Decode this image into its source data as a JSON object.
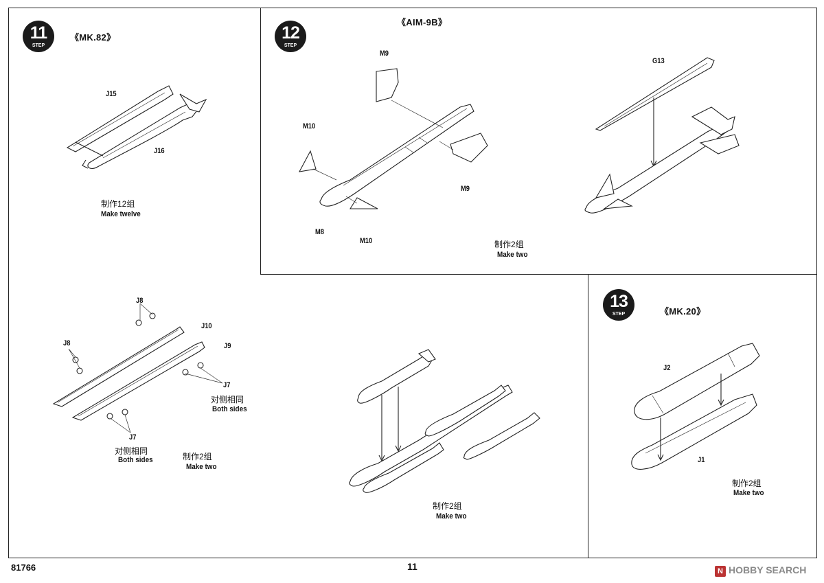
{
  "steps": [
    {
      "number": "11",
      "label": "STEP",
      "title": "《MK.82》",
      "caption_cn": "制作12组",
      "caption_en": "Make twelve",
      "parts": [
        "J15",
        "J16"
      ]
    },
    {
      "number": "12",
      "label": "STEP",
      "title": "《AIM-9B》",
      "caption_cn": "制作2组",
      "caption_en": "Make two",
      "parts": [
        "M9",
        "M10",
        "M8",
        "M10",
        "M9",
        "G13"
      ]
    },
    {
      "number": "13",
      "label": "STEP",
      "title": "《MK.20》",
      "caption_cn": "制作2组",
      "caption_en": "Make two",
      "parts": [
        "J2",
        "J1"
      ]
    }
  ],
  "rack": {
    "parts": [
      "J8",
      "J10",
      "J8",
      "J9",
      "J7",
      "J7"
    ],
    "both_sides_cn": "对侧相同",
    "both_sides_en": "Both sides",
    "caption_cn": "制作2组",
    "caption_en": "Make two"
  },
  "assembly": {
    "caption_cn": "制作2组",
    "caption_en": "Make two"
  },
  "footer": {
    "kit_number": "81766",
    "page_number": "11",
    "watermark_logo": "N",
    "watermark": "HOBBY SEARCH"
  }
}
